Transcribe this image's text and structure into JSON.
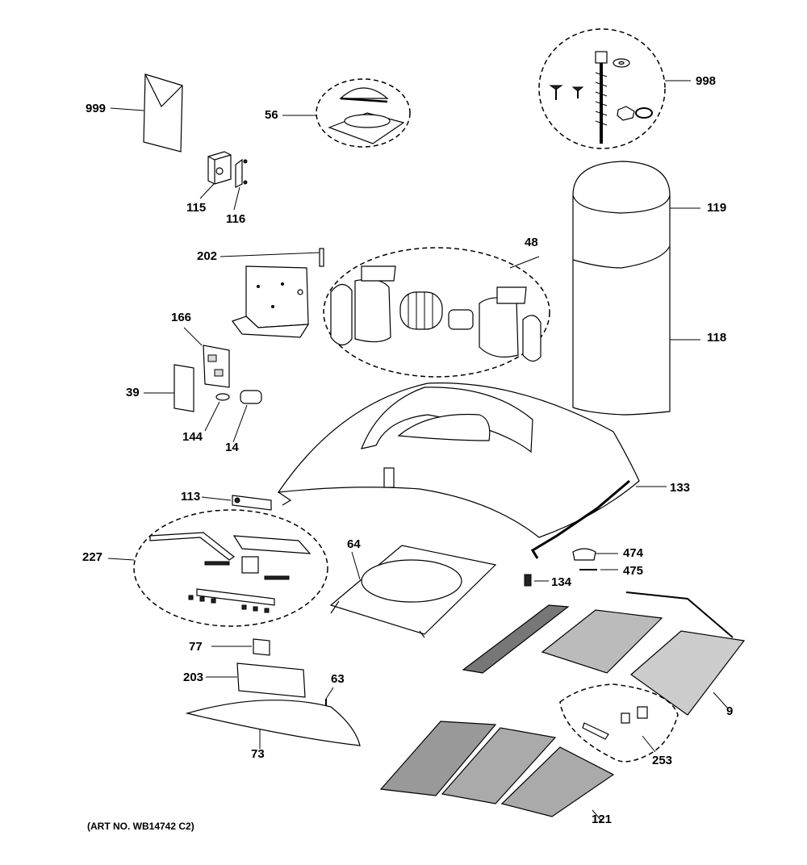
{
  "parts": [
    {
      "id": "p999",
      "label": "999"
    },
    {
      "id": "p56",
      "label": "56"
    },
    {
      "id": "p998",
      "label": "998"
    },
    {
      "id": "p115",
      "label": "115"
    },
    {
      "id": "p116",
      "label": "116"
    },
    {
      "id": "p119",
      "label": "119"
    },
    {
      "id": "p202",
      "label": "202"
    },
    {
      "id": "p48",
      "label": "48"
    },
    {
      "id": "p166",
      "label": "166"
    },
    {
      "id": "p118",
      "label": "118"
    },
    {
      "id": "p39",
      "label": "39"
    },
    {
      "id": "p144",
      "label": "144"
    },
    {
      "id": "p14",
      "label": "14"
    },
    {
      "id": "p133",
      "label": "133"
    },
    {
      "id": "p113",
      "label": "113"
    },
    {
      "id": "p227",
      "label": "227"
    },
    {
      "id": "p64",
      "label": "64"
    },
    {
      "id": "p474",
      "label": "474"
    },
    {
      "id": "p475",
      "label": "475"
    },
    {
      "id": "p134",
      "label": "134"
    },
    {
      "id": "p77",
      "label": "77"
    },
    {
      "id": "p203",
      "label": "203"
    },
    {
      "id": "p63",
      "label": "63"
    },
    {
      "id": "p9",
      "label": "9"
    },
    {
      "id": "p73",
      "label": "73"
    },
    {
      "id": "p253",
      "label": "253"
    },
    {
      "id": "p121",
      "label": "121"
    }
  ],
  "art_number": "(ART NO. WB14742 C2)"
}
